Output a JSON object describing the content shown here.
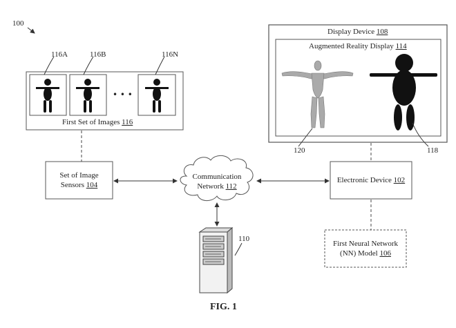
{
  "figure": {
    "ref": "100",
    "caption": "FIG. 1"
  },
  "display_device": {
    "title": "Display Device",
    "ref": "108",
    "ar_display": {
      "title": "Augmented Reality Display",
      "ref": "114"
    },
    "realistic_model_ref": "120",
    "simple_model_ref": "118"
  },
  "images": {
    "title": "First Set of Images",
    "ref": "116",
    "thumbnail_refs": [
      "116A",
      "116B",
      "116N"
    ],
    "ellipsis": "• • •"
  },
  "image_sensors": {
    "line1": "Set of Image",
    "line2": "Sensors",
    "ref": "104"
  },
  "network": {
    "line1": "Communication",
    "line2": "Network",
    "ref": "112"
  },
  "electronic_device": {
    "label": "Electronic Device",
    "ref": "102"
  },
  "server": {
    "ref": "110"
  },
  "nn_model": {
    "line1": "First Neural Network",
    "line2": "(NN) Model",
    "ref": "106"
  },
  "colors": {
    "line": "#333333",
    "figure": "#111111",
    "box_border": "#555555",
    "model_gray": "#aaaaaa"
  }
}
